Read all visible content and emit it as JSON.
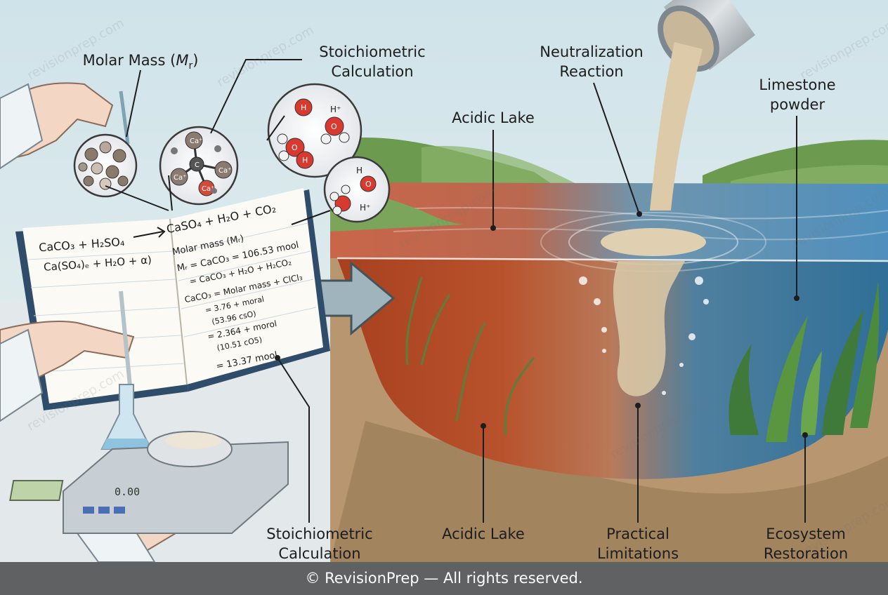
{
  "labels": {
    "molar_mass_prefix": "Molar Mass (",
    "molar_mass_symbol": "M",
    "molar_mass_sub": "r",
    "molar_mass_suffix": ")",
    "stoich_top_line1": "Stoichiometric",
    "stoich_top_line2": "Calculation",
    "neutralization_line1": "Neutralization",
    "neutralization_line2": "Reaction",
    "limestone_line1": "Limestone",
    "limestone_line2": "powder",
    "acidic_lake_top": "Acidic Lake",
    "stoich_bottom_line1": "Stoichiometric",
    "stoich_bottom_line2": "Calculation",
    "acidic_lake_bottom": "Acidic Lake",
    "practical_line1": "Practical",
    "practical_line2": "Limitations",
    "ecosystem_line1": "Ecosystem",
    "ecosystem_line2": "Restoration"
  },
  "notebook": {
    "left_eq1": "CaCO₃ + H₂SO₄",
    "left_eq2": "Ca(SO₄)ₑ + H₂O + α)",
    "right_eq": "CaSO₄ + H₂O + CO₂",
    "r1": "Molar mass (Mᵣ)",
    "r2": "Mᵣ = CaCO₃ = 106.53 mool",
    "r3": "= CaCO₃ + H₂O + H₂CO₂",
    "r4": "CaCO₃ = Molar mass + ClCl₃",
    "r5": "= 3.76 + moral",
    "r6": "(53.96 csO)",
    "r7": "= 2.364 + morol",
    "r8": "(10.51 cO5)",
    "r9": "= 13.37 mool"
  },
  "molecules": {
    "ca1": "Ca⁺",
    "ca2": "Ca⁺",
    "ca3": "Ca⁺",
    "ca4": "Ca⁺",
    "carbon": "C",
    "h": "H",
    "o": "O",
    "h_plus": "H⁺"
  },
  "scale_display": "0.00",
  "watermark": "revisionprep.com",
  "footer": "© RevisionPrep — All rights reserved.",
  "colors": {
    "acid_water": "#b24a2c",
    "clean_water": "#3e7fa6",
    "hill_green": "#6c9a4f",
    "footer_bg": "#5f6163"
  }
}
